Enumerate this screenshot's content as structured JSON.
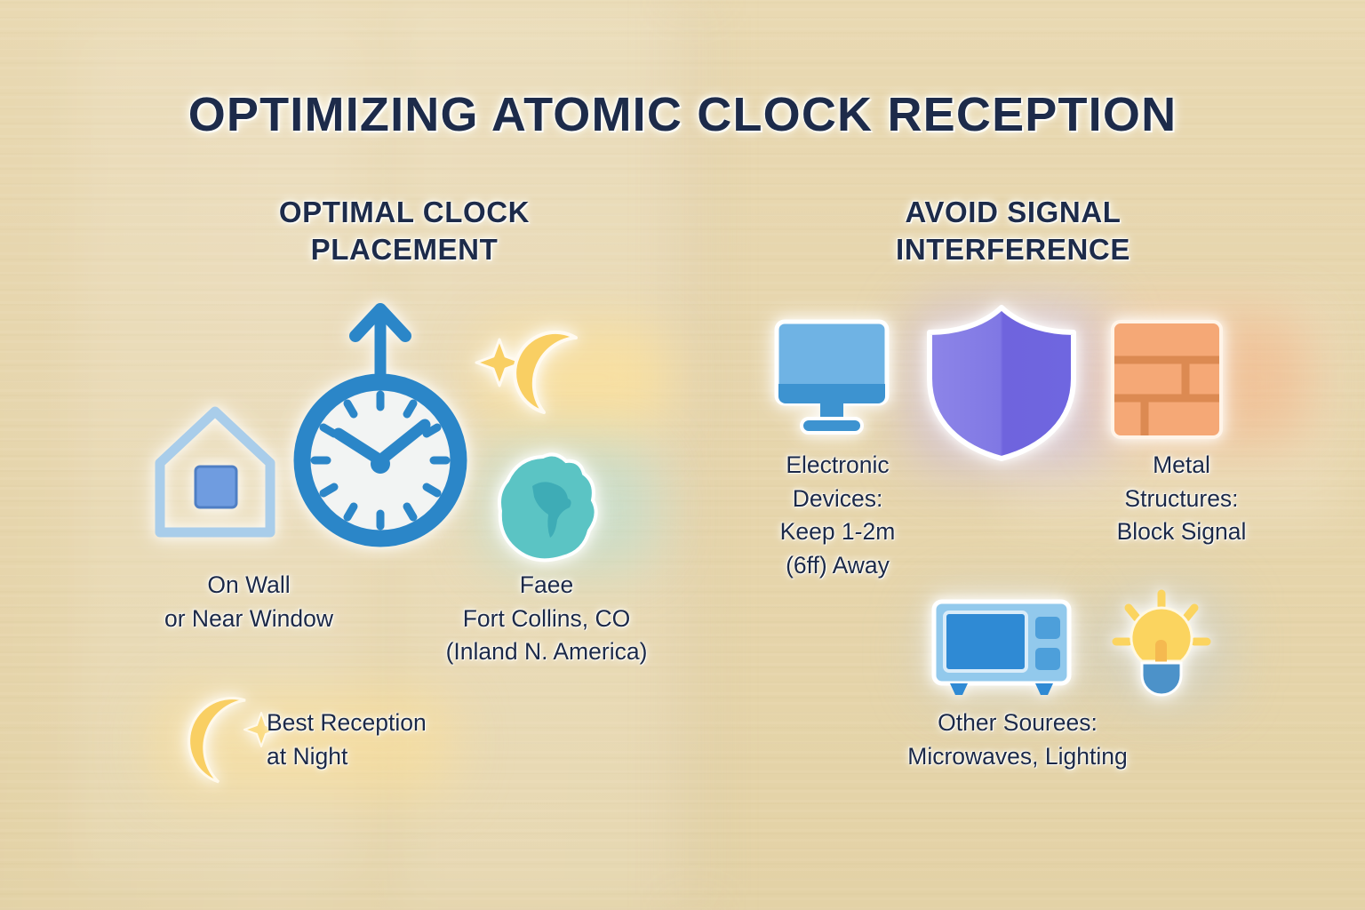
{
  "poster": {
    "title": "OPTIMIZING ATOMIC CLOCK RECEPTION",
    "background_color": "#e6d5ab",
    "title_color": "#1d2b4a",
    "body_text_color": "#1c2947"
  },
  "columns": {
    "left": {
      "heading_line1": "OPTIMAL CLOCK",
      "heading_line2": "PLACEMENT",
      "captions": {
        "wall": "On Wall\nor Near Window",
        "face": "Faee\nFort Collins, CO\n(Inland N. America)",
        "night": "Best Reception\nat Night"
      },
      "icons": [
        {
          "name": "house-icon",
          "color": "#a9cdea"
        },
        {
          "name": "clock-icon",
          "color": "#2b86c8"
        },
        {
          "name": "moon-icon",
          "color": "#f9cf63"
        },
        {
          "name": "map-icon",
          "color": "#5bc4c4"
        },
        {
          "name": "moon-large-icon",
          "color": "#f9cf63"
        }
      ]
    },
    "right": {
      "heading_line1": "AVOID SIGNAL",
      "heading_line2": "INTERFERENCE",
      "captions": {
        "devices": "Electronic\nDevices:\nKeep 1-2m\n(6ff) Away",
        "metal": "Metal\nStructures:\nBlock Signal",
        "other": "Other Sourees:\nMicrowaves, Lighting"
      },
      "icons": [
        {
          "name": "monitor-icon",
          "color": "#63aee0"
        },
        {
          "name": "shield-icon",
          "color": "#7b72e0"
        },
        {
          "name": "brick-wall-icon",
          "color": "#f0a06a"
        },
        {
          "name": "microwave-icon",
          "color": "#7cc0ea"
        },
        {
          "name": "lightbulb-icon",
          "color": "#fbd45f"
        }
      ]
    }
  }
}
